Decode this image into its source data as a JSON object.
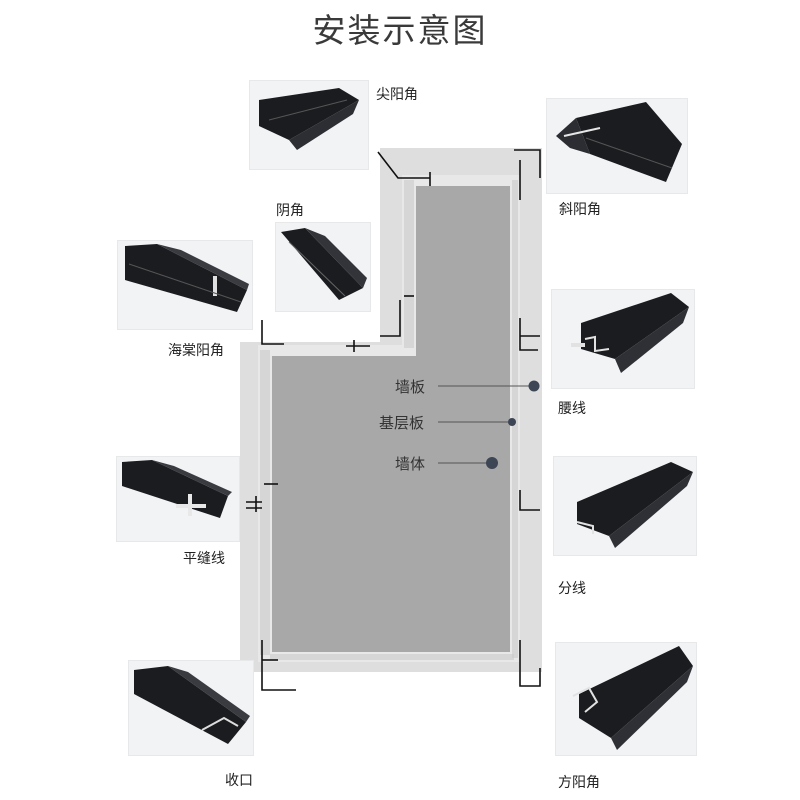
{
  "title": "安装示意图",
  "profiles": {
    "jian_yang_jiao": "尖阳角",
    "yin_jiao": "阴角",
    "haitang_yang_jiao": "海棠阳角",
    "ping_feng_xian": "平缝线",
    "shou_kou": "收口",
    "xie_yang_jiao": "斜阳角",
    "yao_xian": "腰线",
    "fen_xian": "分线",
    "fang_yang_jiao": "方阳角"
  },
  "layers": {
    "wall_panel": "墙板",
    "base_board": "基层板",
    "wall_body": "墙体"
  },
  "colors": {
    "panel_outer": "#dcdcdc",
    "base_layer": "#e9e9e9",
    "wall_core": "#a9a9a9",
    "profile_black": "#1b1c1f",
    "dot": "#3d4655"
  }
}
